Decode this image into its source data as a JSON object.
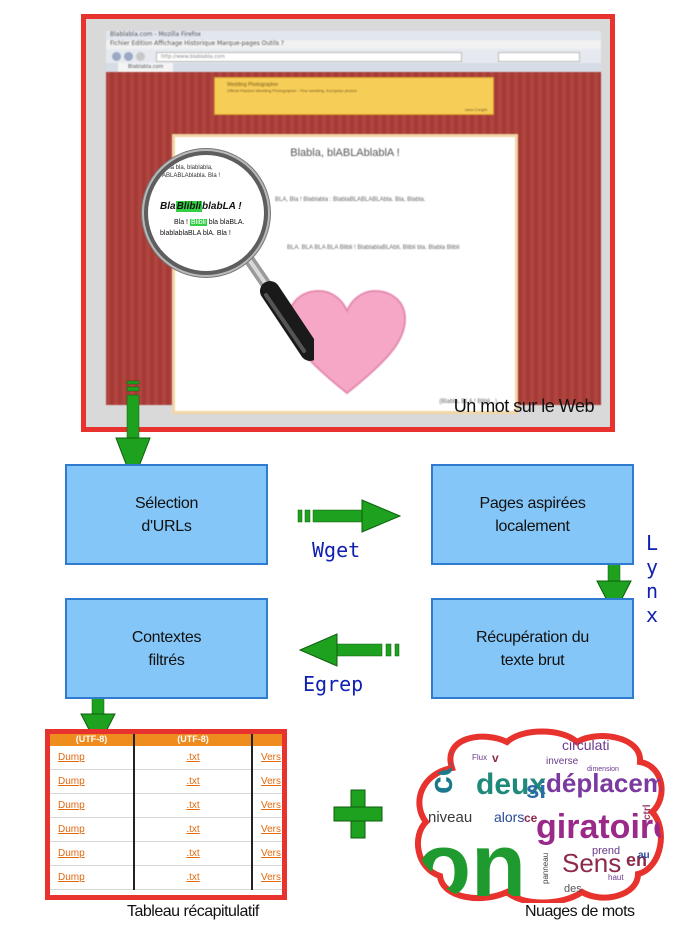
{
  "web_screenshot": {
    "caption": "Un mot sur le Web",
    "browser": {
      "title": "Blablabla.com - Mozilla Firefox",
      "menu": "Fichier  Édition  Affichage  Historique  Marque-pages  Outils  ?",
      "url": "http://www.blablabla.com",
      "tab": "Blablabla.com"
    },
    "page": {
      "header_line1": "Wedding Photographer",
      "header_line2": "Official Passion Wedding Photographer - Fine wedding, European photos",
      "header_right": "Jana Conghi",
      "title": "Blabla, blABLAblablA !",
      "line1": "BLA, Bla ! Blablabla : BlablaBLABLABLAbla. Bla, Blabla.",
      "line2": "BLA. BLA BLA BLA Blibli ! BlablablaBLAbli, Blibli bla. Blabla Blibli",
      "footer": "(Blabla, BLA ! Blibli...)"
    },
    "lens": {
      "top1": "bla bla, blablabla,",
      "top2": "ABLABLAblabla. Bla !",
      "heading_pre": "Bla",
      "heading_hl": "Blibli",
      "heading_post": "blabLA !",
      "line2_pre": "Bla !",
      "line2_hl": "Blibli",
      "line2_post": "bla blaBLA.",
      "line3": "blablablaBLA blA. Bla !"
    }
  },
  "process": {
    "selection": [
      "Sélection",
      "d'URLs"
    ],
    "pages": [
      "Pages aspirées",
      "localement"
    ],
    "recup": [
      "Récupération du",
      "texte brut"
    ],
    "contextes": [
      "Contextes",
      "filtrés"
    ]
  },
  "tools": {
    "wget": "Wget",
    "egrep": "Egrep",
    "lynx": [
      "L",
      "y",
      "n",
      "x"
    ]
  },
  "table": {
    "caption": "Tableau récapitulatif",
    "headers": [
      "(UTF-8)",
      "(UTF-8)",
      "("
    ],
    "rows": [
      [
        "Dump",
        ".txt",
        "Vers"
      ],
      [
        "Dump",
        ".txt",
        "Vers"
      ],
      [
        "Dump",
        ".txt",
        "Vers"
      ],
      [
        "Dump",
        ".txt",
        "Vers"
      ],
      [
        "Dump",
        ".txt",
        "Vers"
      ],
      [
        "Dump",
        ".txt",
        "Vers"
      ]
    ]
  },
  "cloud": {
    "caption": "Nuages de mots",
    "words": {
      "deux": "deux",
      "si": "si",
      "deplacement": "déplaceme",
      "giratoire": "giratoire",
      "alors": "alors",
      "sens": "Sens",
      "circulation": "circulati",
      "inverse": "inverse",
      "dimension": "dimension",
      "niveau": "niveau",
      "flux": "Flux",
      "panneau": "panneau",
      "cet": "cet",
      "on": "on",
      "prend": "prend",
      "ce": "ce",
      "au": "au",
      "en": "en",
      "v": "v",
      "des": "des",
      "haut": "haut",
      "ctrl": "ctrl"
    }
  },
  "colors": {
    "frame_red": "#e8322e",
    "box_fill": "#84c6f7",
    "box_border": "#2f7bd0",
    "arrow_green": "#1ea11e",
    "tool_blue": "#1020b0",
    "table_header": "#ef8c1e",
    "link_orange": "#e06a10"
  }
}
